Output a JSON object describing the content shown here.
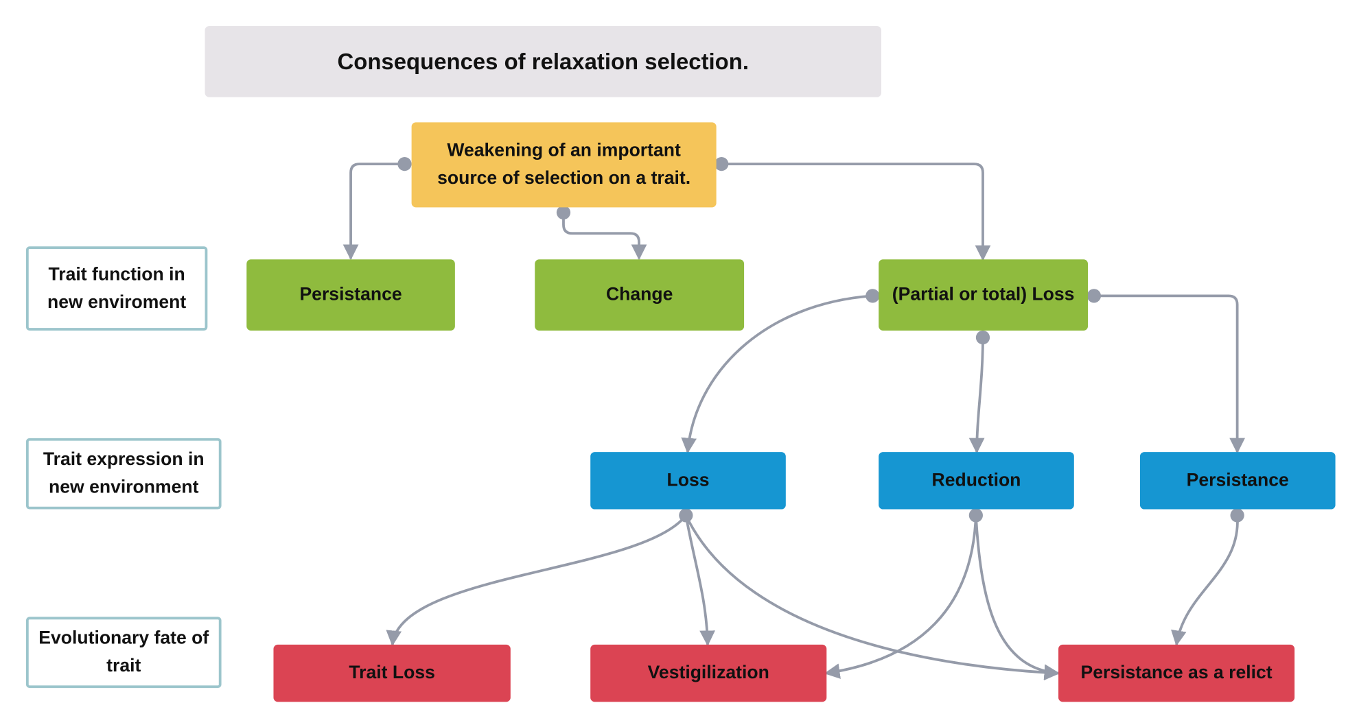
{
  "title": "Consequences of relaxation selection.",
  "row_labels": {
    "function": "Trait function in new enviroment",
    "expression": "Trait expression in new environment",
    "fate": "Evolutionary fate of trait"
  },
  "nodes": {
    "root": "Weakening of an important source of selection on a trait.",
    "persistance": "Persistance",
    "change": "Change",
    "loss_partial": "(Partial or  total) Loss",
    "expr_loss": "Loss",
    "expr_reduction": "Reduction",
    "expr_persistance": "Persistance",
    "fate_trait_loss": "Trait Loss",
    "fate_vestigilization": "Vestigilization",
    "fate_relict": "Persistance as a relict"
  },
  "edges": [
    {
      "from": "root",
      "to": "persistance"
    },
    {
      "from": "root",
      "to": "change"
    },
    {
      "from": "root",
      "to": "loss_partial"
    },
    {
      "from": "loss_partial",
      "to": "expr_loss"
    },
    {
      "from": "loss_partial",
      "to": "expr_reduction"
    },
    {
      "from": "loss_partial",
      "to": "expr_persistance"
    },
    {
      "from": "expr_loss",
      "to": "fate_trait_loss"
    },
    {
      "from": "expr_loss",
      "to": "fate_vestigilization"
    },
    {
      "from": "expr_loss",
      "to": "fate_relict"
    },
    {
      "from": "expr_reduction",
      "to": "fate_vestigilization"
    },
    {
      "from": "expr_reduction",
      "to": "fate_relict"
    },
    {
      "from": "expr_persistance",
      "to": "fate_relict"
    }
  ],
  "colors": {
    "title_bg": "#e7e4e8",
    "root": "#f5c55a",
    "function_row": "#8fbb3e",
    "expression_row": "#1696d2",
    "fate_row": "#db4453",
    "label_border": "#9cc5cc",
    "connector": "#959ba9"
  }
}
